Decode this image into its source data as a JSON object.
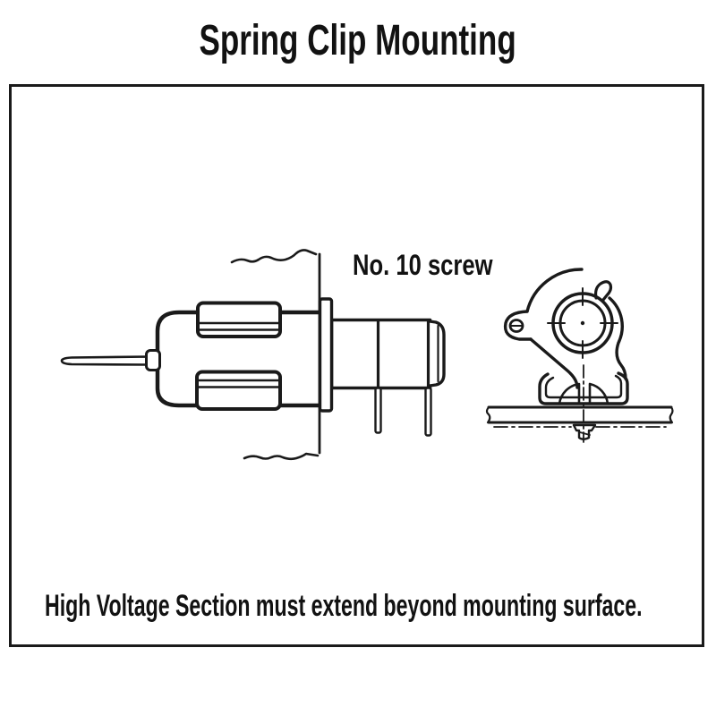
{
  "title": "Spring Clip Mounting",
  "figure": {
    "screw_label": "No. 10 screw",
    "caption": "High Voltage Section must extend beyond mounting surface."
  },
  "colors": {
    "ink": "#1a1a1a",
    "background": "#ffffff"
  },
  "icons": {
    "drawing_parts": [
      "lead-wire",
      "device-body",
      "spring-clip-band-top",
      "spring-clip-band-bottom",
      "mounting-panel",
      "flange",
      "high-voltage-section",
      "terminal-pins",
      "spring-clip-end-view",
      "mounting-plate",
      "no10-screw"
    ]
  }
}
